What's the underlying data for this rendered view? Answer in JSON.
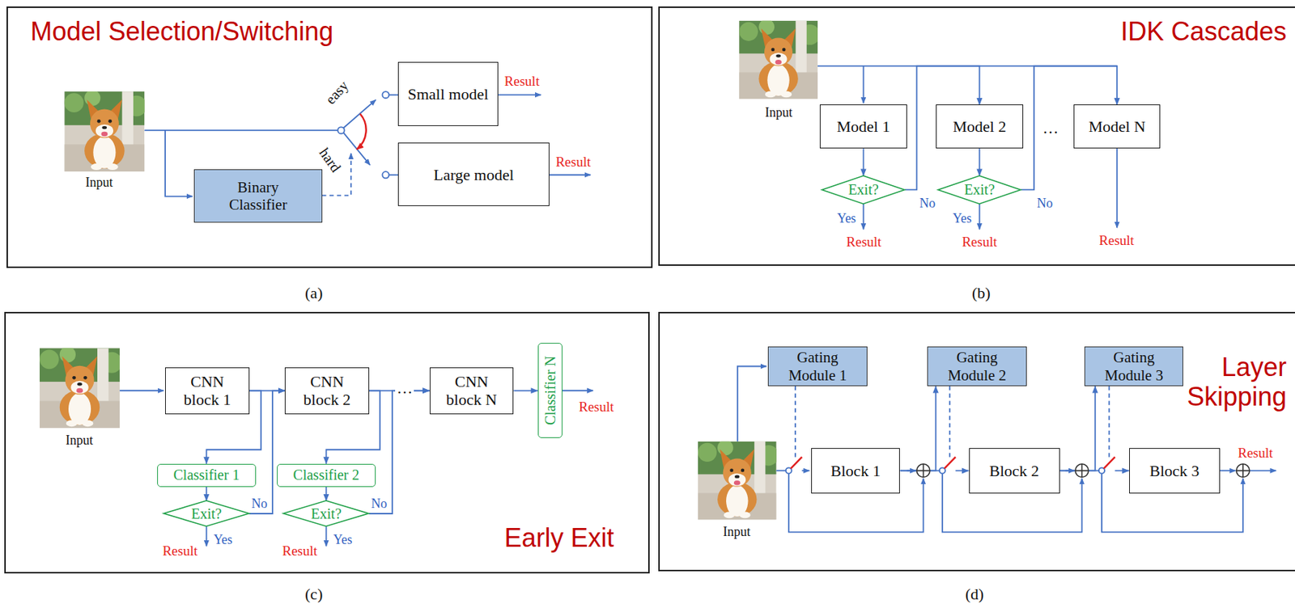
{
  "diagram": {
    "nodes": [
      {
        "text": [
          "Model Selection/Switching"
        ]
      },
      {
        "text": [
          "Small model"
        ],
        "in": 0
      },
      {
        "text": [
          "Large model"
        ],
        "in": 0
      },
      {
        "text": [
          "Binary Classifier"
        ],
        "in": 0
      },
      {
        "text": [
          "IDK Cascades"
        ]
      },
      {
        "text": [
          "Model 1"
        ],
        "in": 4
      },
      {
        "text": [
          "Model 2"
        ],
        "in": 4
      },
      {
        "text": [
          "Model N"
        ],
        "in": 4
      },
      {
        "text": [
          "Exit?"
        ],
        "in": 4
      },
      {
        "text": [
          "Exit?"
        ],
        "in": 4
      },
      {
        "text": [
          "Early Exit"
        ]
      },
      {
        "text": [
          "CNN block 1"
        ],
        "in": 10
      },
      {
        "text": [
          "CNN block 2"
        ],
        "in": 10
      },
      {
        "text": [
          "CNN block N"
        ],
        "in": 10
      },
      {
        "text": [
          "Classifier N"
        ],
        "in": 10
      },
      {
        "text": [
          "Classifier 1"
        ],
        "in": 10
      },
      {
        "text": [
          "Classifier 2"
        ],
        "in": 10
      },
      {
        "text": [
          "Exit?"
        ],
        "in": 10
      },
      {
        "text": [
          "Exit?"
        ],
        "in": 10
      },
      {
        "text": [
          "Layer Skipping"
        ]
      },
      {
        "text": [
          "Gating Module 1"
        ],
        "in": 19
      },
      {
        "text": [
          "Gating Module 2"
        ],
        "in": 19
      },
      {
        "text": [
          "Gating Module 3"
        ],
        "in": 19
      },
      {
        "text": [
          "Block 1"
        ],
        "in": 19
      },
      {
        "text": [
          "Block 2"
        ],
        "in": 19
      },
      {
        "text": [
          "Block 3"
        ],
        "in": 19
      }
    ],
    "edges": [
      {
        "from": 5,
        "to": 8,
        "arrow": "to"
      },
      {
        "from": 6,
        "to": 9,
        "arrow": "to"
      },
      {
        "from": 8,
        "to": 6,
        "label": "No",
        "arrow": "to"
      },
      {
        "from": 9,
        "to": 7,
        "label": "No",
        "arrow": "to"
      },
      {
        "from": 11,
        "to": 12,
        "arrow": "to"
      },
      {
        "from": 12,
        "to": 13,
        "label": "…",
        "arrow": "to"
      },
      {
        "from": 13,
        "to": 14,
        "arrow": "to"
      },
      {
        "from": 11,
        "to": 15,
        "arrow": "to"
      },
      {
        "from": 15,
        "to": 17,
        "arrow": "to"
      },
      {
        "from": 17,
        "to": 12,
        "label": "No",
        "arrow": "to"
      },
      {
        "from": 12,
        "to": 16,
        "arrow": "to"
      },
      {
        "from": 16,
        "to": 18,
        "arrow": "to"
      },
      {
        "from": 18,
        "to": 13,
        "label": "No",
        "arrow": "to"
      },
      {
        "from": 23,
        "to": 21,
        "arrow": "to"
      },
      {
        "from": 23,
        "to": 24,
        "arrow": "to"
      },
      {
        "from": 24,
        "to": 22,
        "arrow": "to"
      },
      {
        "from": 24,
        "to": 25,
        "arrow": "to"
      }
    ],
    "labels": [
      "(a)",
      "(b)",
      "(c)",
      "(d)",
      "Input",
      "easy",
      "hard",
      "Result",
      "Result",
      "Input",
      "Yes",
      "Result",
      "Yes",
      "Result",
      "Result",
      "…",
      "Input",
      "Yes",
      "Result",
      "Yes",
      "Result",
      "Result",
      "Input",
      "Result"
    ]
  }
}
